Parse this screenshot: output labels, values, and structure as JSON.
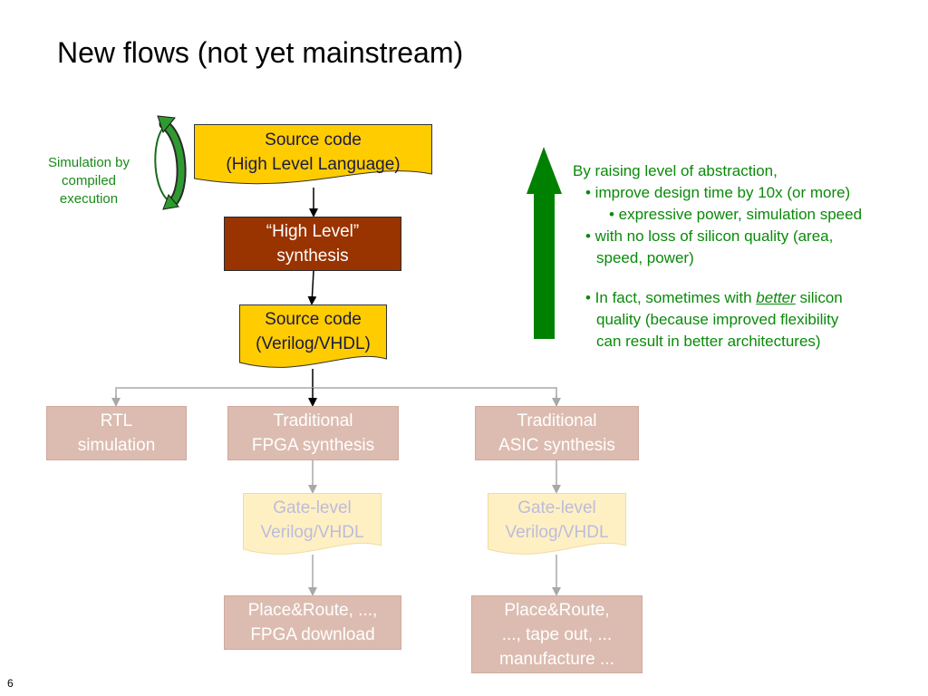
{
  "slide": {
    "title": "New flows (not yet mainstream)",
    "page_number": "6"
  },
  "simulation_note": [
    "Simulation by",
    "compiled",
    "execution"
  ],
  "nodes": {
    "source_hll": [
      "Source code",
      "(High Level Language)"
    ],
    "hls": [
      "“High Level”",
      "synthesis"
    ],
    "source_rtl": [
      "Source code",
      "(Verilog/VHDL)"
    ],
    "rtl_sim": [
      "RTL",
      "simulation"
    ],
    "fpga_synth": [
      "Traditional",
      "FPGA synthesis"
    ],
    "asic_synth": [
      "Traditional",
      "ASIC synthesis"
    ],
    "fpga_gate": [
      "Gate-level",
      "Verilog/VHDL"
    ],
    "asic_gate": [
      "Gate-level",
      "Verilog/VHDL"
    ],
    "fpga_pr": [
      "Place&Route, ...,",
      "FPGA download"
    ],
    "asic_pr": [
      "Place&Route,",
      "..., tape out, ...",
      "manufacture ..."
    ]
  },
  "notes": {
    "intro": "By raising level of abstraction,",
    "b1": "• improve design time by 10x (or more)",
    "b1_sub": "• expressive power, simulation speed",
    "b2_l1": "• with no loss of silicon quality (area,",
    "b2_l2": "speed, power)",
    "b3_pre": "• In fact, sometimes with ",
    "b3_emph": "better",
    "b3_post": " silicon",
    "b3_l2": "quality (because improved flexibility",
    "b3_l3": "can result in better architectures)"
  },
  "colors": {
    "source_fill": "#ffcc00",
    "synth_fill": "#993300",
    "faded_fill": "#dcbcb0",
    "faded_doc_fill": "#fff0c4",
    "faded_doc_text": "#bcbcdc",
    "accent_green": "#008000",
    "note_green": "#0a8a0a"
  },
  "icons": {
    "cycle": "circular-arrow-icon",
    "up_arrow": "up-arrow-icon"
  }
}
